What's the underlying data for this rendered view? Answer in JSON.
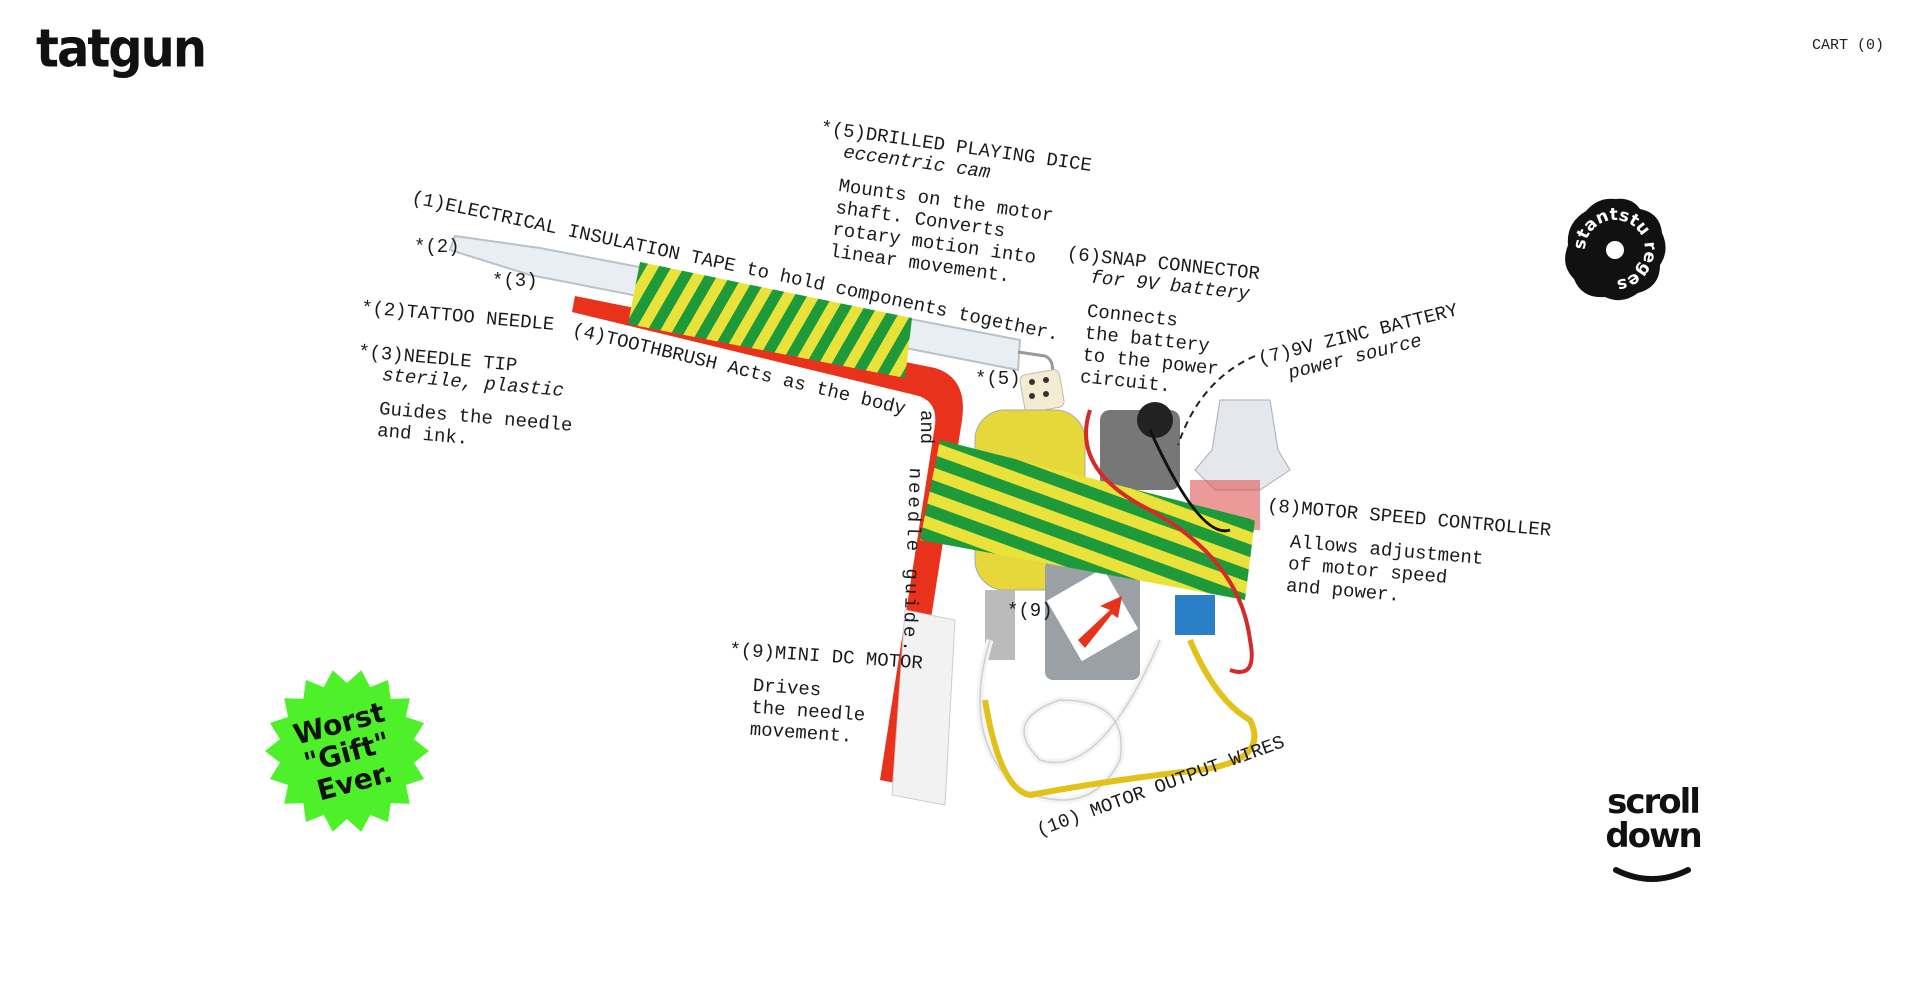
{
  "header": {
    "logo": "tatgun",
    "cart_label": "CART (0)"
  },
  "labels": {
    "dice": {
      "title": "*(5)DRILLED PLAYING DICE",
      "sub": "eccentric cam",
      "desc": "Mounts on the motor\nshaft. Converts\nrotary motion into\nlinear movement."
    },
    "tape": {
      "title": "(1)ELECTRICAL INSULATION TAPE to hold components together."
    },
    "needle_mark": "*(2)",
    "tip_mark": "*(3)",
    "needle": {
      "title": "*(2)TATTOO NEEDLE"
    },
    "toothbrush": {
      "title": "(4)TOOTHBRUSH Acts as the body",
      "and": "and",
      "guide": "needle guide."
    },
    "tip": {
      "title": "*(3)NEEDLE TIP",
      "sub": "sterile, plastic",
      "desc": "Guides the needle\nand ink."
    },
    "snap": {
      "title": "(6)SNAP CONNECTOR",
      "sub": "for 9V battery",
      "desc": "Connects\nthe battery\nto the power\ncircuit."
    },
    "dice_mark": "*(5)",
    "battery": {
      "title": "(7)9V ZINC BATTERY",
      "sub": "power source"
    },
    "controller": {
      "title": "(8)MOTOR SPEED CONTROLLER",
      "desc": "Allows adjustment\nof motor speed\nand power."
    },
    "motor_mark": "*(9)",
    "motor": {
      "title": "*(9)MINI DC MOTOR",
      "desc": "Drives\nthe needle\nmovement."
    },
    "wires": {
      "title": "(10) MOTOR OUTPUT WIRES"
    }
  },
  "stickers": {
    "stamp": "stantstu reges",
    "badge": "Worst \"Gift\" Ever.",
    "scroll": "scroll down"
  },
  "colors": {
    "tape_green": "#1f9a3a",
    "tape_yellow": "#e8e23a",
    "brush_red": "#e8321c",
    "badge_green": "#4ef02a"
  }
}
